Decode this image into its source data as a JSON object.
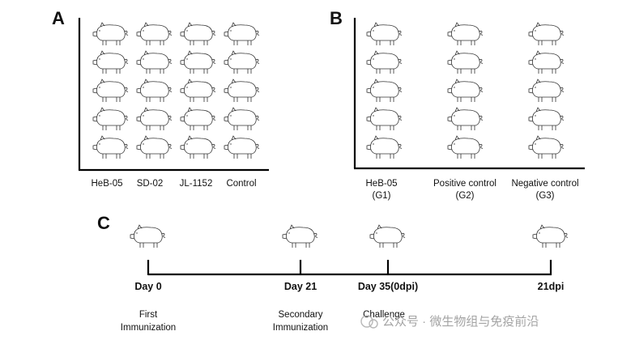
{
  "panels": {
    "A": {
      "letter": "A",
      "groups": [
        "HeB-05",
        "SD-02",
        "JL-1152",
        "Control"
      ],
      "pigs_per_group": 5
    },
    "B": {
      "letter": "B",
      "groups": [
        {
          "name": "HeB-05",
          "code": "(G1)"
        },
        {
          "name": "Positive control",
          "code": "(G2)"
        },
        {
          "name": "Negative control",
          "code": "(G3)"
        }
      ],
      "pigs_per_group": 5
    },
    "C": {
      "letter": "C",
      "events": [
        {
          "day": "Day 0",
          "line1": "First",
          "line2": "Immunization"
        },
        {
          "day": "Day 21",
          "line1": "Secondary",
          "line2": "Immunization"
        },
        {
          "day": "Day 35(0dpi)",
          "line1": "Challenge",
          "line2": ""
        },
        {
          "day": "21dpi",
          "line1": "",
          "line2": ""
        }
      ]
    }
  },
  "watermark": {
    "text": "公众号 · 微生物组与免疫前沿"
  }
}
